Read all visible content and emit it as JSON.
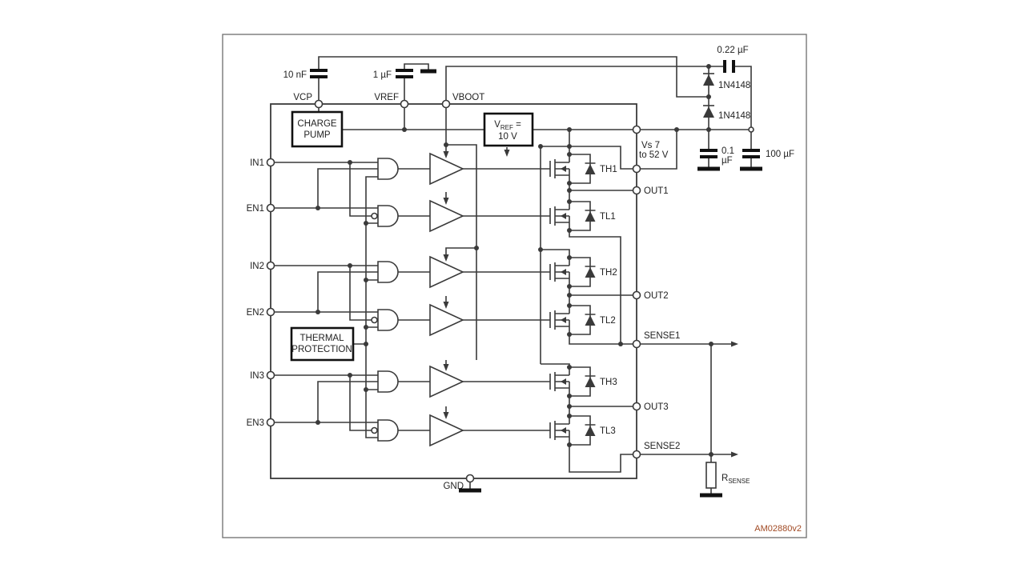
{
  "figure": {
    "code": "AM02880v2"
  },
  "colors": {
    "wire": "#3a3a3a",
    "code_text": "#a14a24"
  },
  "external": {
    "cap_vcp": "10 nF",
    "cap_vref": "1 µF",
    "cap_boot": "0.22 µF",
    "diode_top": "1N4148",
    "diode_bottom": "1N4148",
    "cap_supply_small_l1": "0.1",
    "cap_supply_small_l2": "µF",
    "cap_supply_bulk": "100 µF",
    "supply_l1": "Vs 7",
    "supply_l2": "to 52 V",
    "rsense_main": "R",
    "rsense_sub": "SENSE"
  },
  "pins": {
    "vcp": "VCP",
    "vref": "VREF",
    "vboot": "VBOOT",
    "gnd": "GND",
    "in1": "IN1",
    "en1": "EN1",
    "in2": "IN2",
    "en2": "EN2",
    "in3": "IN3",
    "en3": "EN3",
    "out1": "OUT1",
    "out2": "OUT2",
    "out3": "OUT3",
    "sense1": "SENSE1",
    "sense2": "SENSE2"
  },
  "blocks": {
    "charge_pump_l1": "CHARGE",
    "charge_pump_l2": "PUMP",
    "vref_v": "V",
    "vref_sub": "REF",
    "vref_eq": " =",
    "vref_l2": "10 V",
    "thermal_l1": "THERMAL",
    "thermal_l2": "PROTECTION"
  },
  "transistors": {
    "th1": "TH1",
    "tl1": "TL1",
    "th2": "TH2",
    "tl2": "TL2",
    "th3": "TH3",
    "tl3": "TL3"
  }
}
